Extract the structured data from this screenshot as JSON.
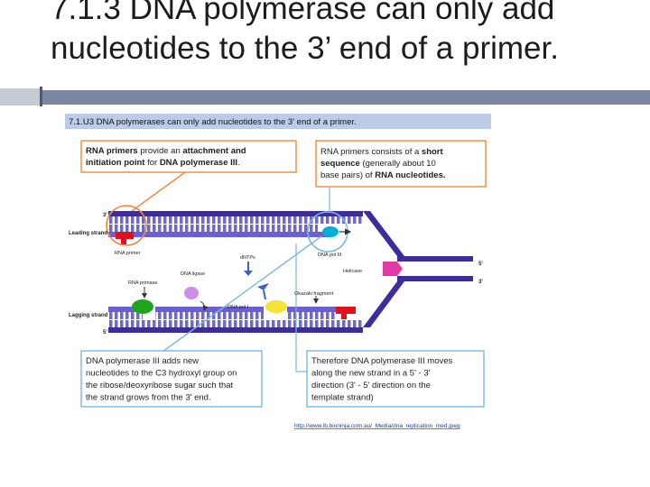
{
  "slide": {
    "title": "7.1.3 DNA polymerase can only add nucleotides to the 3’ end of a primer."
  },
  "diagram": {
    "header": "7.1.U3 DNA polymerases can only add nucleotides to the 3' end of a primer.",
    "box_primers_lines": [
      [
        {
          "t": "RNA primers",
          "b": true
        },
        {
          "t": " provide an ",
          "b": false
        },
        {
          "t": "attachment and",
          "b": true
        }
      ],
      [
        {
          "t": "initiation point",
          "b": true
        },
        {
          "t": " for ",
          "b": false
        },
        {
          "t": "DNA polymerase III",
          "b": true
        },
        {
          "t": ".",
          "b": false
        }
      ]
    ],
    "box_sequence_lines": [
      [
        {
          "t": "RNA primers consists of a ",
          "b": false
        },
        {
          "t": "short",
          "b": true
        }
      ],
      [
        {
          "t": "sequence",
          "b": true
        },
        {
          "t": " (generally about 10",
          "b": false
        }
      ],
      [
        {
          "t": "base pairs) of ",
          "b": false
        },
        {
          "t": "RNA nucleotides.",
          "b": true
        }
      ]
    ],
    "box_adds_lines": [
      "DNA polymerase III adds new",
      "nucleotides to the C3 hydroxyl group on",
      "the ribose/deoxyribose sugar such that",
      "the strand grows from the 3' end."
    ],
    "box_moves_lines": [
      "Therefore DNA polymerase III moves",
      "along the new strand in a 5' - 3'",
      "direction (3' - 5' direction on the",
      "template strand)"
    ],
    "labels": {
      "leading_strand": "Leading strand",
      "lagging_strand": "Lagging strand",
      "rna_primer": "RNA primer",
      "dna_pol_iii": "DNA pol III",
      "dntps": "dNTPs",
      "dna_ligase": "DNA ligase",
      "rna_primase": "RNA primase",
      "dna_pol_i": "DNA pol I",
      "okazaki": "Okazaki fragment",
      "helicase": "Helicase",
      "end_3_top": "3'",
      "end_5_right": "5'",
      "end_3_right": "3'",
      "end_5_bottom": "5'"
    },
    "source_url": "http://www.ib.bioninja.com.au/_Media/dna_replication_med.jpeg"
  },
  "colors": {
    "strand_dark": "#3c2c9c",
    "strand_mid": "#6b5fd4",
    "strand_light": "#9a90e6",
    "primer_red": "#e0101c",
    "callout_orange": "#ef8a3a",
    "callout_blue": "#7ab8e0",
    "header_bg": "#bccbe6",
    "helicase": "#e23aa4",
    "primase_green": "#1ea51e",
    "pol_i_yellow": "#f3e33a",
    "ligase_violet": "#cc8ee6",
    "pol_iii_cyan": "#00b0d8"
  }
}
